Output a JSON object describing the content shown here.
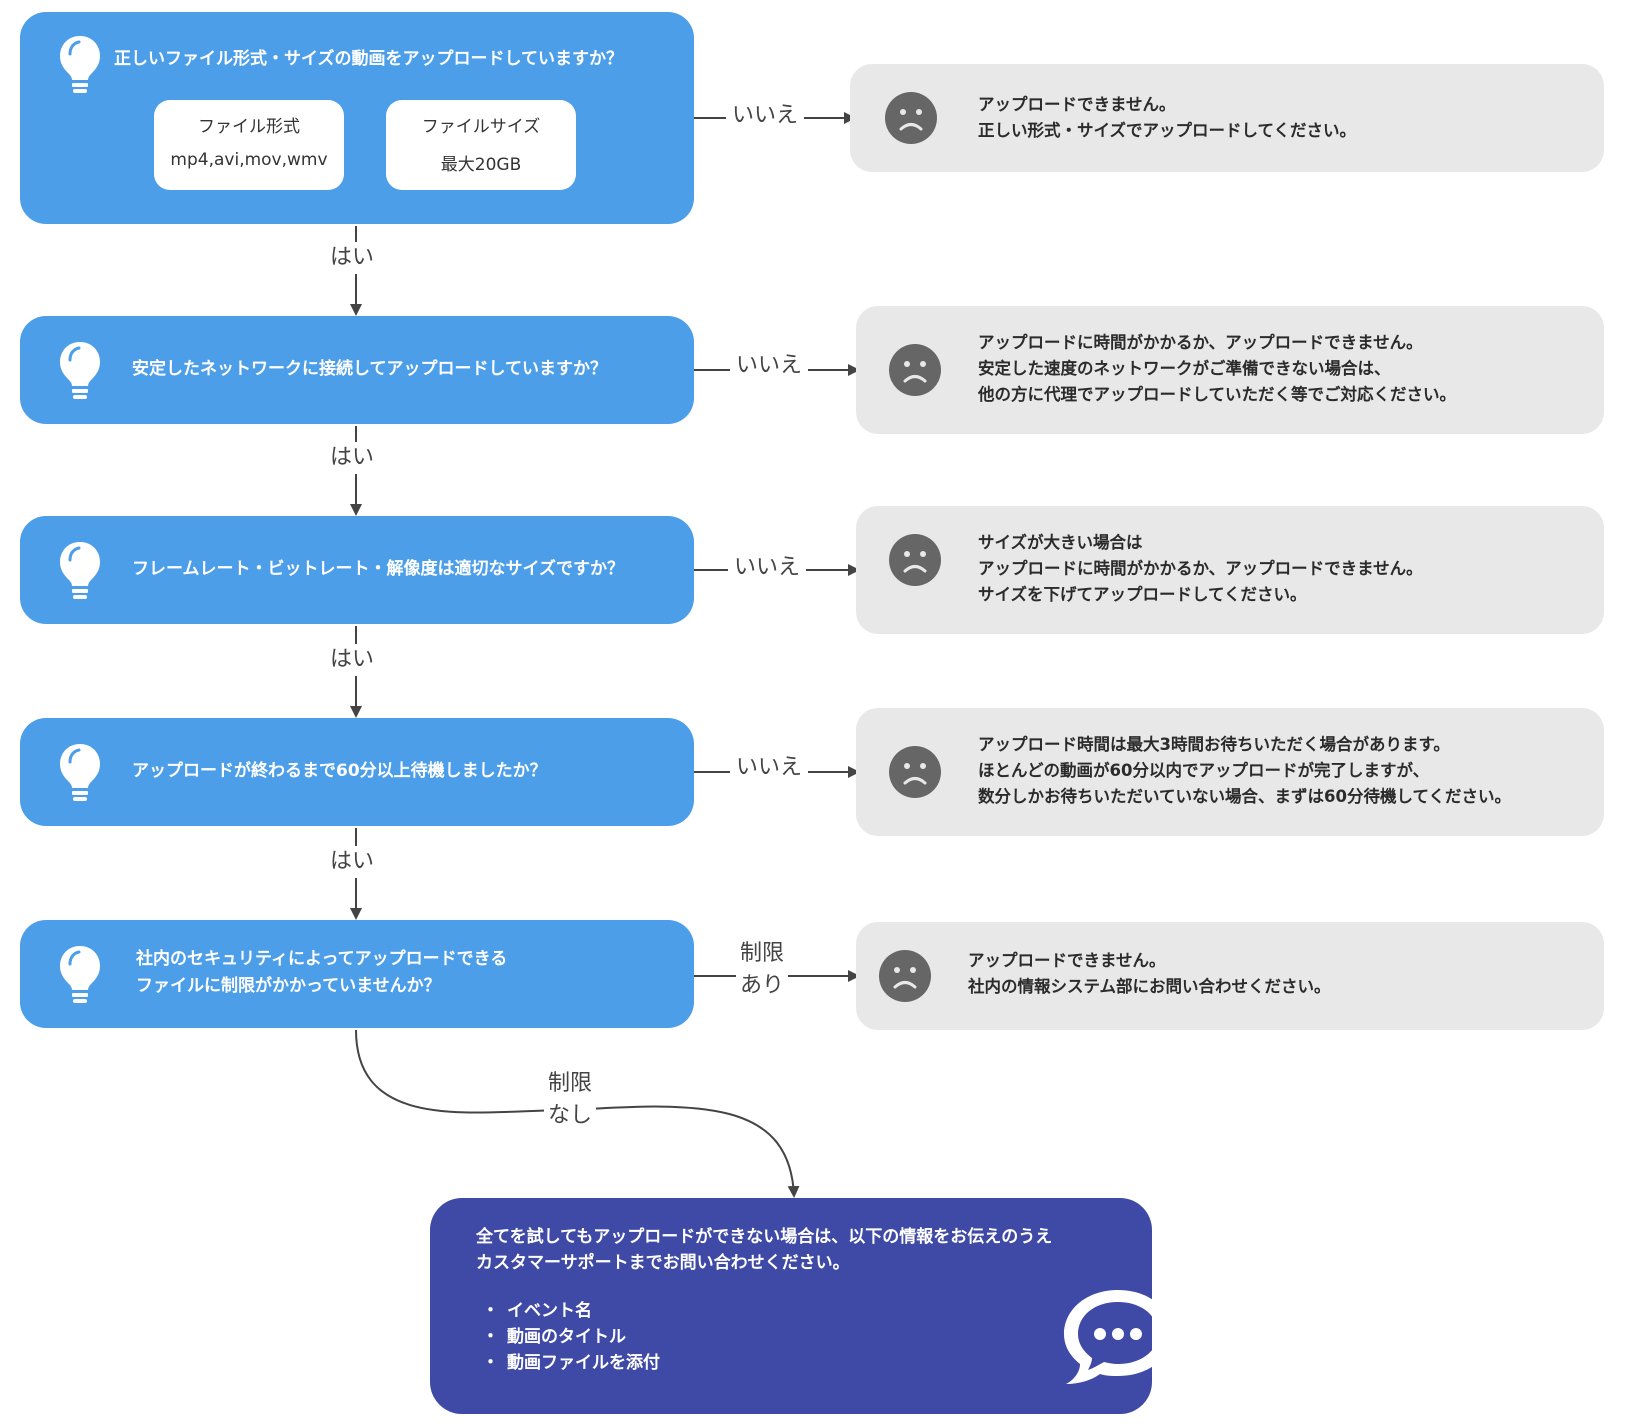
{
  "questions": [
    {
      "text": "正しいファイル形式・サイズの動画をアップロードしていますか？"
    },
    {
      "text": "安定したネットワークに接続してアップロードしていますか？"
    },
    {
      "text": "フレームレート・ビットレート・解像度は適切なサイズですか？"
    },
    {
      "text": "アップロードが終わるまで60分以上待機しましたか？"
    },
    {
      "line1": "社内のセキュリティによってアップロードできる",
      "line2": "ファイルに制限がかかっていませんか？"
    }
  ],
  "specs": {
    "format_label": "ファイル形式",
    "format_value": "mp4,avi,mov,wmv",
    "size_label": "ファイルサイズ",
    "size_value": "最大20GB"
  },
  "answers": [
    {
      "lines": [
        "アップロードできません。",
        "正しい形式・サイズでアップロードしてください。"
      ]
    },
    {
      "lines": [
        "アップロードに時間がかかるか、アップロードできません。",
        "安定した速度のネットワークがご準備できない場合は、",
        "他の方に代理でアップロードしていただく等でご対応ください。"
      ]
    },
    {
      "lines": [
        "サイズが大きい場合は",
        "アップロードに時間がかかるか、アップロードできません。",
        "サイズを下げてアップロードしてください。"
      ]
    },
    {
      "lines": [
        "アップロード時間は最大3時間お待ちいただく場合があります。",
        "ほとんどの動画が60分以内でアップロードが完了しますが、",
        "数分しかお待ちいただいていない場合、まずは60分待機してください。"
      ]
    },
    {
      "lines": [
        "アップロードできません。",
        "社内の情報システム部にお問い合わせください。"
      ]
    }
  ],
  "labels": {
    "yes": "はい",
    "no": "いいえ",
    "restricted_1": "制限",
    "restricted_2": "あり",
    "unrestricted_1": "制限",
    "unrestricted_2": "なし"
  },
  "final": {
    "line1": "全てを試してもアップロードができない場合は、以下の情報をお伝えのうえ",
    "line2": "カスタマーサポートまでお問い合わせください。",
    "items": [
      "イベント名",
      "動画のタイトル",
      "動画ファイルを添付"
    ]
  },
  "colors": {
    "question_bg": "#4d9ee9",
    "answer_bg": "#e8e8e8",
    "final_bg": "#3f49a6",
    "face": "#666666"
  },
  "icons": {
    "question": "lightbulb-icon",
    "answer": "sad-face-icon",
    "final": "chat-bubble-icon"
  }
}
